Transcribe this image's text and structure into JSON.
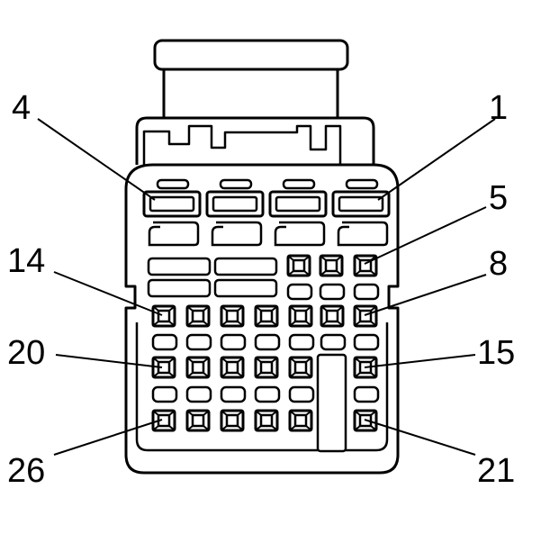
{
  "diagram": {
    "labels": {
      "l4": "4",
      "l1": "1",
      "l5": "5",
      "l14": "14",
      "l8": "8",
      "l20": "20",
      "l15": "15",
      "l26": "26",
      "l21": "21"
    },
    "colors": {
      "stroke": "#000000",
      "fill": "#ffffff",
      "background": "#ffffff"
    }
  }
}
